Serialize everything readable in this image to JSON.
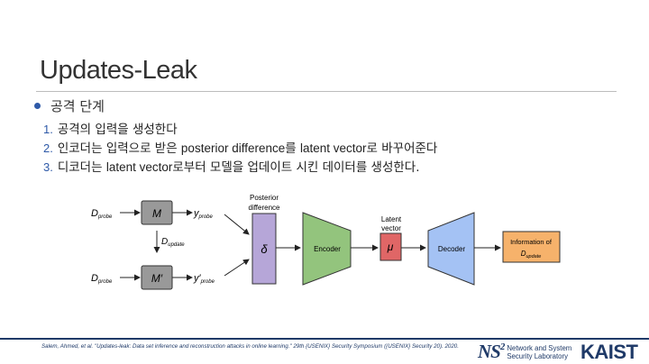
{
  "slide": {
    "title": "Updates-Leak",
    "bullet": "공격 단계",
    "steps": [
      {
        "num": "1.",
        "text": "공격의 입력을 생성한다"
      },
      {
        "num": "2.",
        "text_a": "인코더는 입력으로 받은 ",
        "text_b": "posterior difference",
        "text_c": "를 ",
        "text_d": "latent vector",
        "text_e": "로 바꾸어준다"
      },
      {
        "num": "3.",
        "text_a": "디코더는 ",
        "text_b": "latent vector",
        "text_c": "로부터 모델을 업데이트 시킨 데이터를 생성한다."
      }
    ]
  },
  "diagram": {
    "d_probe_top": "D",
    "probe_sub": "probe",
    "model_top": "M",
    "y_top": "y",
    "update_sub": "update",
    "d_probe_bottom": "D",
    "model_bottom": "M′",
    "y_bottom": "y′",
    "posterior_label_1": "Posterior",
    "posterior_label_2": "difference",
    "delta": "δ",
    "encoder": "Encoder",
    "latent_label_1": "Latent",
    "latent_label_2": "vector",
    "mu": "μ",
    "decoder": "Decoder",
    "info_1": "Information of",
    "info_d": "D",
    "colors": {
      "delta_fill": "#b6a6d8",
      "encoder_fill": "#93c47d",
      "mu_fill": "#e06666",
      "decoder_fill": "#a4c2f4",
      "info_fill": "#f6b26b",
      "model_fill": "#999999"
    }
  },
  "footer": {
    "citation": "Salem, Ahmed, et al. \"Updates-leak: Data set inference and reconstruction attacks in online learning.\" 29th {USENIX} Security Symposium ({USENIX} Security 20). 2020.",
    "ns_mark": "NS",
    "ns_sup": "2",
    "ns_line1": "Network and System",
    "ns_line2": "Security Laboratory",
    "kaist": "KAIST"
  }
}
